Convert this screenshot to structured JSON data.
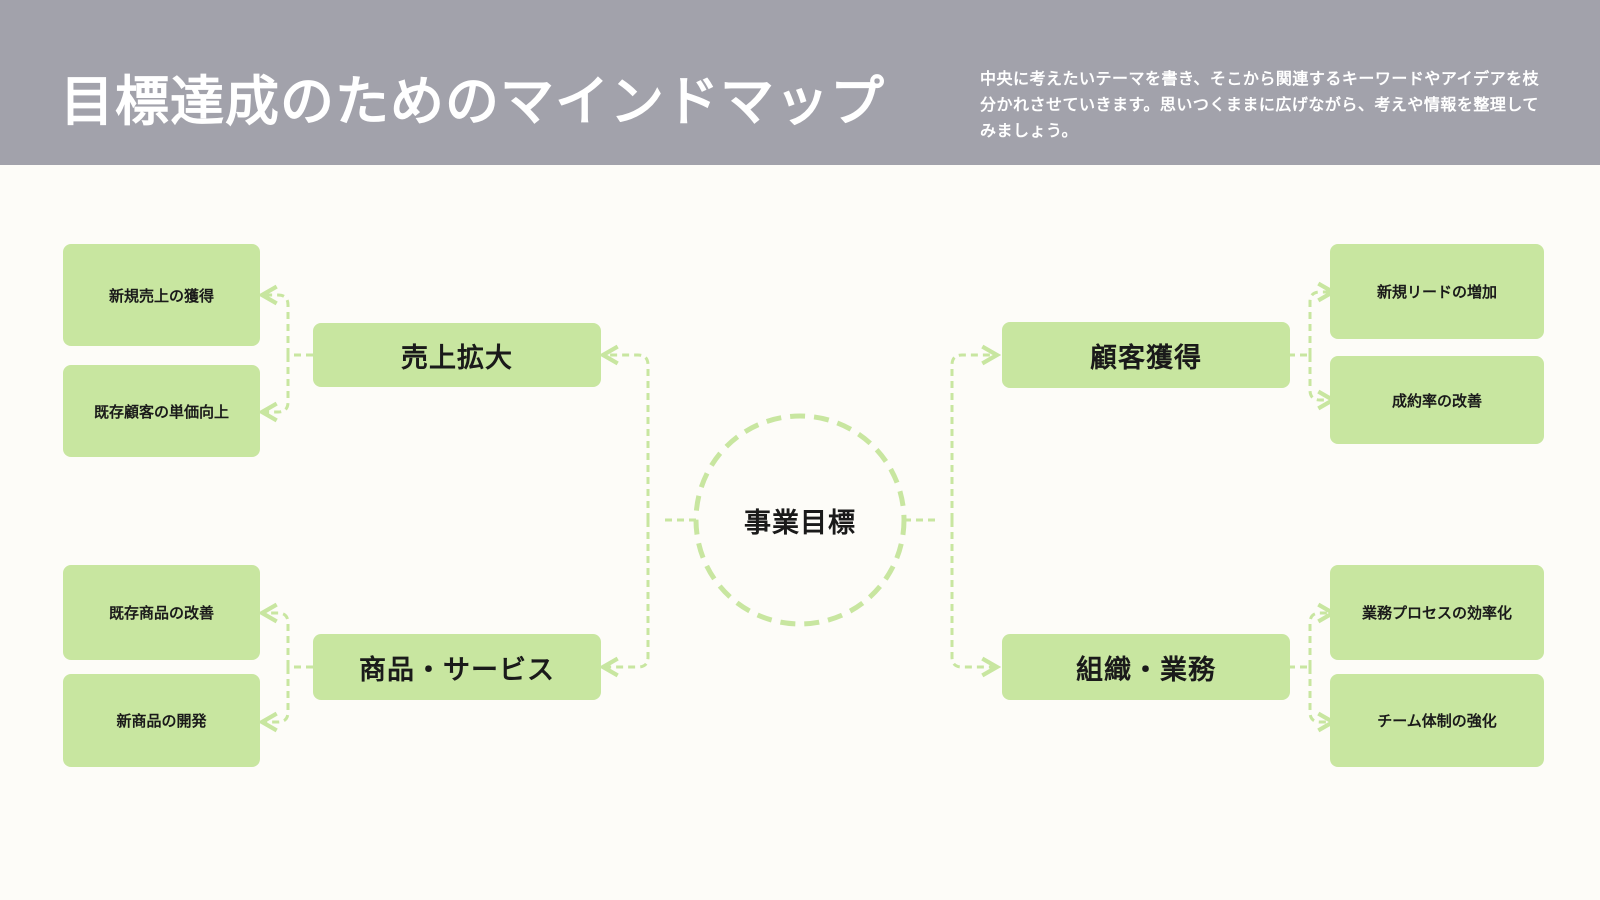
{
  "header": {
    "title": "目標達成のためのマインドマップ",
    "description": "中央に考えたいテーマを書き、そこから関連するキーワードやアイデアを枝分かれさせていきます。思いつくままに広げながら、考えや情報を整理してみましょう。"
  },
  "colors": {
    "header_bg": "#a2a2ab",
    "page_bg": "#fdfcf8",
    "node_fill": "#c8e6a0",
    "connector": "#c8e6a0"
  },
  "mindmap": {
    "center": "事業目標",
    "branches": {
      "top_left": {
        "label": "売上拡大",
        "children": [
          "新規売上の獲得",
          "既存顧客の単価向上"
        ]
      },
      "bottom_left": {
        "label": "商品・サービス",
        "children": [
          "既存商品の改善",
          "新商品の開発"
        ]
      },
      "top_right": {
        "label": "顧客獲得",
        "children": [
          "新規リードの増加",
          "成約率の改善"
        ]
      },
      "bottom_right": {
        "label": "組織・業務",
        "children": [
          "業務プロセスの効率化",
          "チーム体制の強化"
        ]
      }
    }
  }
}
